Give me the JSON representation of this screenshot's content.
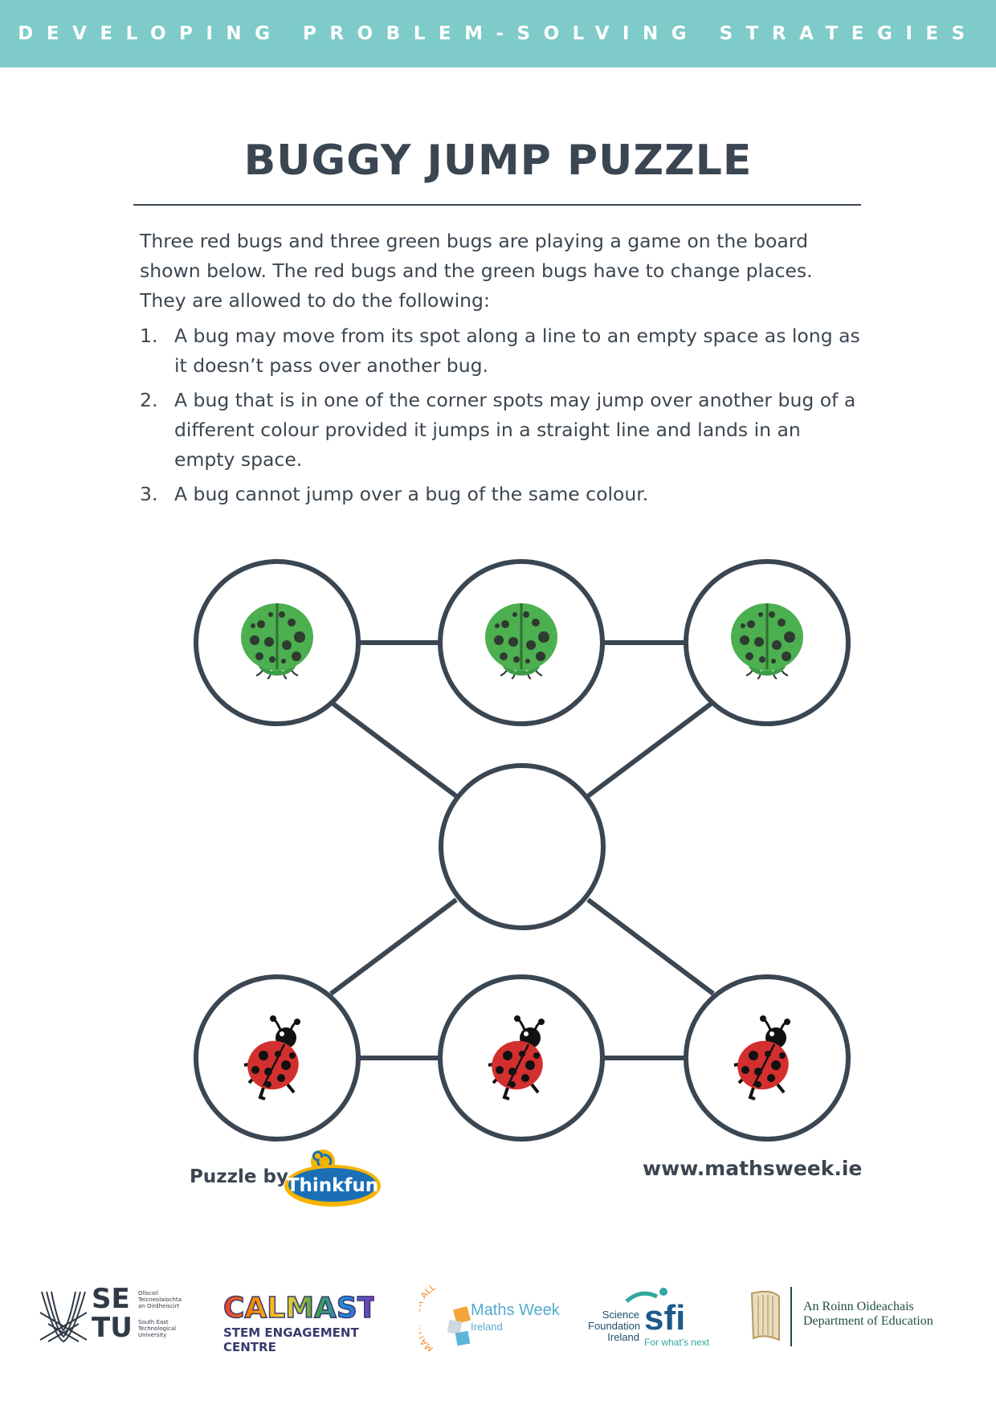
{
  "header": {
    "banner_text": "DEVELOPING PROBLEM-SOLVING STRATEGIES"
  },
  "title": "BUGGY JUMP PUZZLE",
  "intro": "Three red bugs and three green bugs are playing a game on the board shown below. The red bugs and the green bugs have to change places. They are allowed to do the following:",
  "rules": [
    {
      "num": "1.",
      "text": "A bug may move from its spot along a line to an empty space as long as it doesn’t pass over another bug."
    },
    {
      "num": "2.",
      "text": "A bug that is in one of the corner spots may jump over another bug of a different colour provided it jumps in a straight line and lands in an empty space."
    },
    {
      "num": "3.",
      "text": "A bug cannot jump over a bug of the same colour."
    }
  ],
  "board": {
    "top_row": [
      "green",
      "green",
      "green"
    ],
    "center": "empty",
    "bottom_row": [
      "red",
      "red",
      "red"
    ]
  },
  "credit": {
    "label": "Puzzle by",
    "logo_text": "Thinkfun"
  },
  "website": "www.mathsweek.ie",
  "footer_logos": {
    "setu": {
      "big_top": "SE",
      "big_bottom": "TU",
      "irish": [
        "Ollscoil",
        "Teicneolaíochta",
        "an Oirdheiscirt"
      ],
      "english": [
        "South East",
        "Technological",
        "University"
      ]
    },
    "calmast": {
      "name": "CALMAST",
      "sub": "STEM ENGAGEMENT CENTRE"
    },
    "mathsweek": {
      "arc": "MATHS FOR ALL",
      "name": "Maths Week",
      "sub": "Ireland"
    },
    "sfi": {
      "left1": "Science",
      "left2": "Foundation",
      "left3": "Ireland",
      "big": "sfi",
      "tag": "For what's next"
    },
    "doe": {
      "line1": "An Roinn Oideachais",
      "line2": "Department of Education"
    }
  },
  "colors": {
    "banner": "#7ecbc9",
    "text": "#3c4650",
    "ring": "#3a4652",
    "green_bug": "#4caf50",
    "red_bug": "#d32f2f"
  }
}
